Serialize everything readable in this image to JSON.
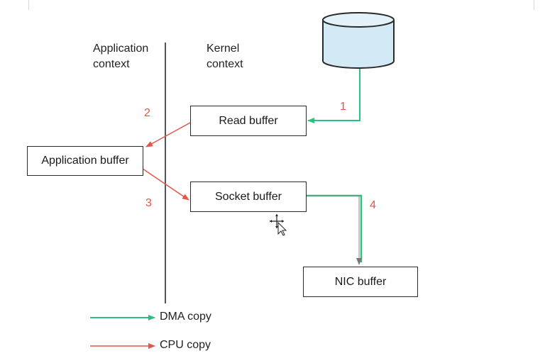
{
  "contexts": {
    "application": "Application\ncontext",
    "kernel": "Kernel\ncontext"
  },
  "buffers": {
    "read": "Read buffer",
    "application": "Application buffer",
    "socket": "Socket buffer",
    "nic": "NIC buffer"
  },
  "steps": [
    "1",
    "2",
    "3",
    "4"
  ],
  "legend": {
    "dma": "DMA copy",
    "cpu": "CPU copy"
  },
  "colors": {
    "dma": "#2fbf7f",
    "cpu": "#e2574a",
    "disk_fill": "#d3e9f5",
    "disk_stroke": "#2a2a2a",
    "divider": "#555555"
  },
  "icons": {
    "disk": "disk-cylinder-icon",
    "cursor": "move-cursor-icon"
  }
}
